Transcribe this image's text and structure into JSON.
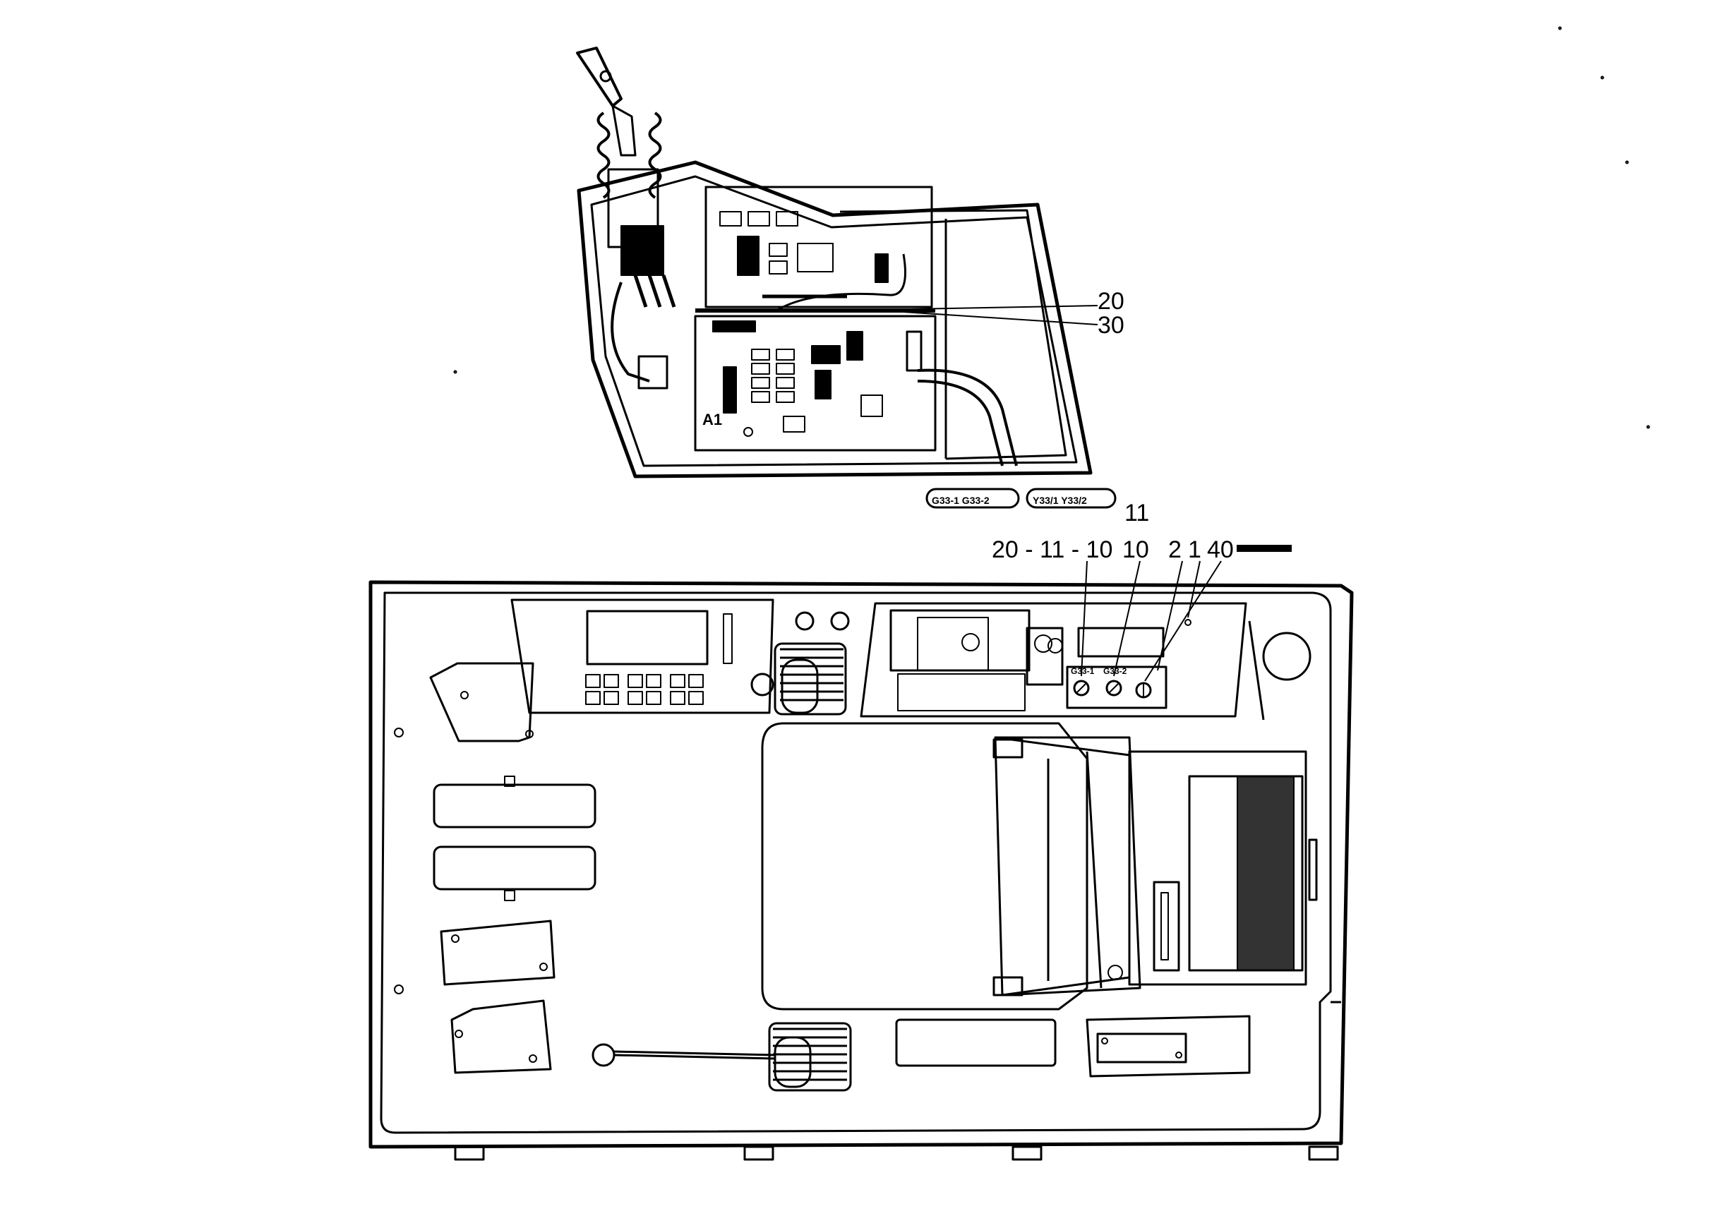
{
  "callouts": {
    "c20_top": "20",
    "c30_top": "30",
    "c11": "11",
    "c20_11_10": "20 - 11 - 10",
    "c10": "10",
    "c2": "2",
    "c1": "1",
    "c40": "40"
  },
  "connector_labels": {
    "g33": "G33-1  G33-2",
    "y33": "Y33/1  Y33/2"
  },
  "board_label": "A1",
  "panel_labels": {
    "g33_1": "G33-1",
    "g33_2": "G33-2"
  },
  "colors": {
    "ink": "#000000",
    "paper": "#ffffff"
  }
}
